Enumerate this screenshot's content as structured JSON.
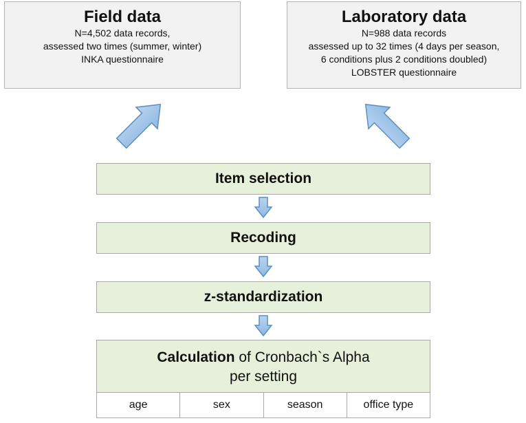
{
  "field": {
    "title": "Field data",
    "lines": [
      "N=4,502 data records,",
      "assessed two times (summer, winter)",
      "INKA questionnaire"
    ]
  },
  "lab": {
    "title": "Laboratory data",
    "lines": [
      "N=988 data records",
      "assessed up to 32 times (4 days per season,",
      "6 conditions plus 2 conditions doubled)",
      "LOBSTER questionnaire"
    ]
  },
  "steps": [
    {
      "label": "Item selection"
    },
    {
      "label": "Recoding"
    },
    {
      "label": "z-standardization"
    }
  ],
  "calculation": {
    "bold": "Calculation",
    "rest": " of Cronbach`s Alpha",
    "line2": "per setting",
    "subgroups": [
      "age",
      "sex",
      "season",
      "office type"
    ]
  },
  "colors": {
    "source_fill": "#f2f2f2",
    "step_fill": "#e7f0da",
    "arrow_fill": "#9dc3e6",
    "arrow_stroke": "#5b8ec4"
  }
}
